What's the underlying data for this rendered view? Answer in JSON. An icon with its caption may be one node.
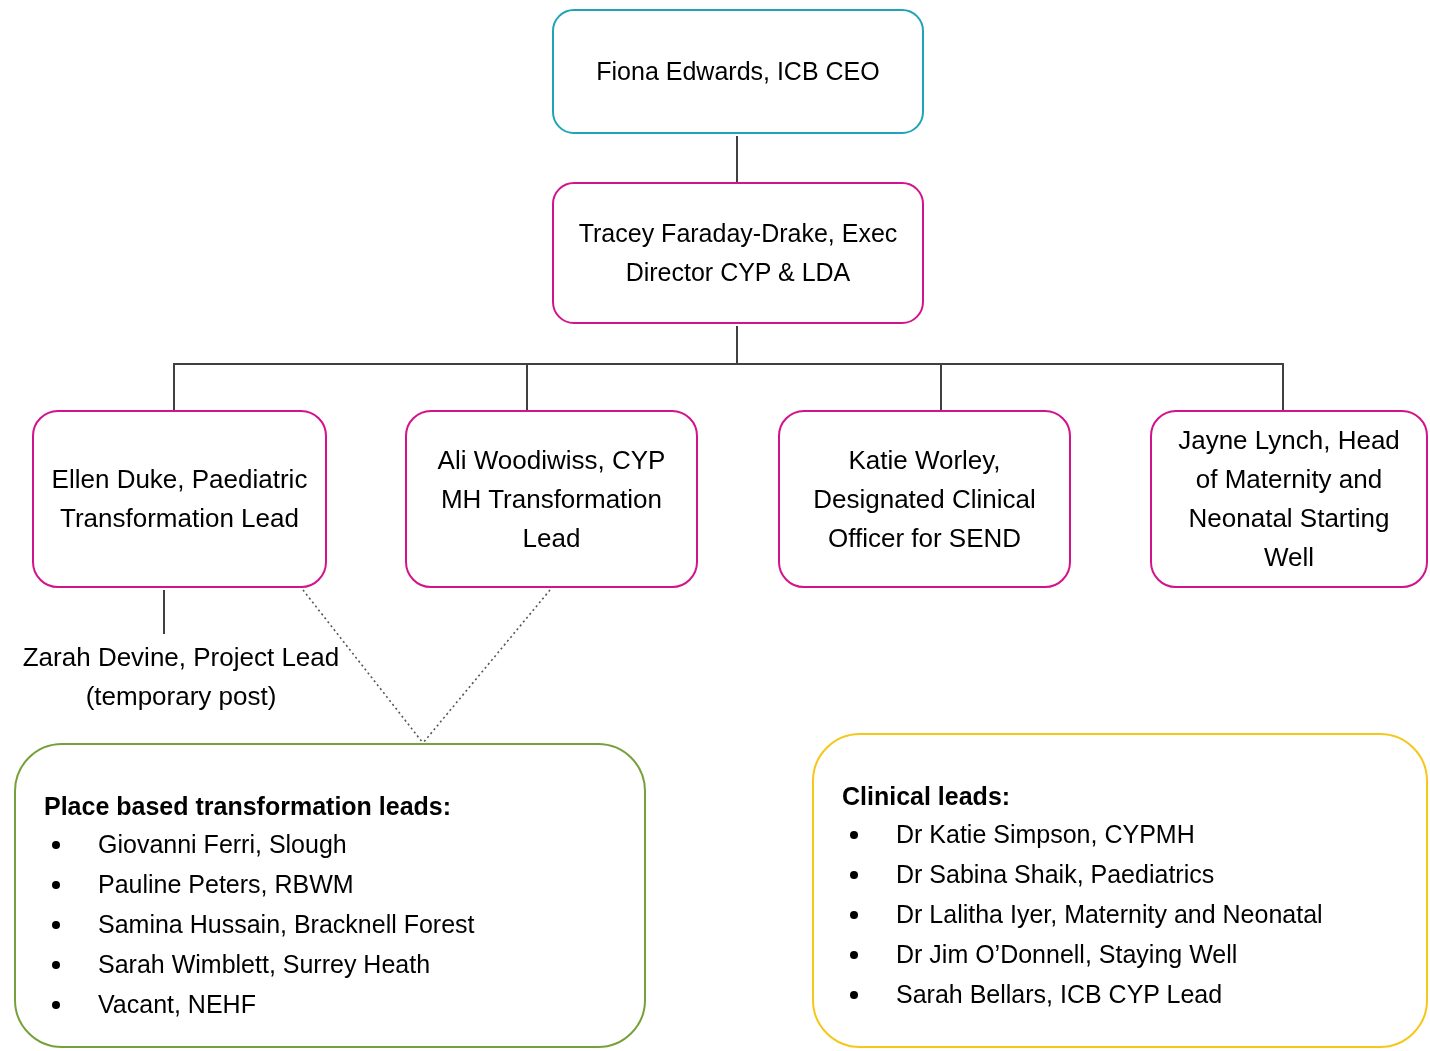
{
  "diagram": {
    "nodes": [
      {
        "text": [
          "Fiona Edwards, ICB CEO"
        ]
      },
      {
        "text": [
          "Tracey Faraday-Drake, Exec Director CYP & LDA"
        ]
      },
      {
        "text": [
          "Ellen Duke, Paediatric Transformation Lead"
        ]
      },
      {
        "text": [
          "Ali Woodiwiss, CYP MH Transformation Lead"
        ]
      },
      {
        "text": [
          "Katie Worley, Designated Clinical Officer for SEND"
        ]
      },
      {
        "text": [
          "Jayne Lynch, Head of Maternity and Neonatal Starting Well"
        ]
      },
      {
        "text": [
          "Zarah Devine, Project Lead (temporary post)"
        ]
      },
      {
        "text": [
          "Place based transformation leads:",
          "Giovanni Ferri, Slough",
          "Pauline Peters, RBWM",
          "Samina Hussain, Bracknell Forest",
          "Sarah Wimblett, Surrey Heath",
          "Vacant, NEHF"
        ]
      },
      {
        "text": [
          "Clinical leads:",
          "Dr Katie Simpson, CYPMH",
          "Dr Sabina Shaik, Paediatrics",
          "Dr Lalitha Iyer, Maternity and Neonatal",
          "Dr Jim O’Donnell, Staying Well",
          "Sarah Bellars, ICB CYP Lead"
        ]
      }
    ],
    "edges": [
      {
        "from": 0,
        "to": 1,
        "arrow": "none"
      },
      {
        "from": 1,
        "to": 2,
        "arrow": "none"
      },
      {
        "from": 1,
        "to": 3,
        "arrow": "none"
      },
      {
        "from": 1,
        "to": 4,
        "arrow": "none"
      },
      {
        "from": 1,
        "to": 5,
        "arrow": "none"
      },
      {
        "from": 2,
        "to": 6,
        "arrow": "none"
      },
      {
        "from": 2,
        "to": 7,
        "arrow": "none",
        "style": "dashed"
      },
      {
        "from": 3,
        "to": 7,
        "arrow": "none",
        "style": "dashed"
      }
    ]
  }
}
